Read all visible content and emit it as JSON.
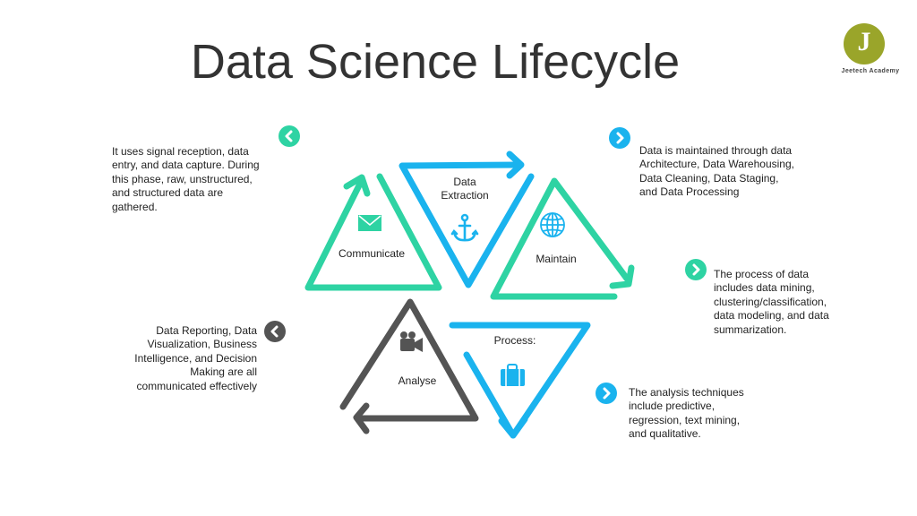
{
  "title": "Data Science Lifecycle",
  "logo": {
    "initial": "J",
    "text": "Jeetech Academy"
  },
  "colors": {
    "green": "#2ed3a3",
    "blue": "#1ab3ee",
    "gray": "#545454",
    "logo": "#9aa52a"
  },
  "stages": {
    "data_extraction": "Data Extraction",
    "maintain": "Maintain",
    "communicate": "Communicate",
    "analyse": "Analyse",
    "process": "Process:"
  },
  "descriptions": {
    "data_extraction": "It uses signal reception, data entry, and data capture. During this phase, raw, unstructured, and structured data are gathered.",
    "maintain": " Data is maintained through data Architecture, Data Warehousing, Data Cleaning, Data Staging, and Data Processing",
    "process": "The process of data includes data mining, clustering/classification, data modeling, and data summarization.",
    "communicate": "Data Reporting, Data Visualization, Business Intelligence, and Decision Making are all communicated effectively",
    "analyse": "The analysis techniques include predictive, regression, text mining, and qualitative."
  },
  "icons": {
    "communicate": "envelope-icon",
    "data_extraction": "anchor-icon",
    "maintain": "globe-icon",
    "analyse": "video-camera-icon",
    "process": "briefcase-icon"
  }
}
